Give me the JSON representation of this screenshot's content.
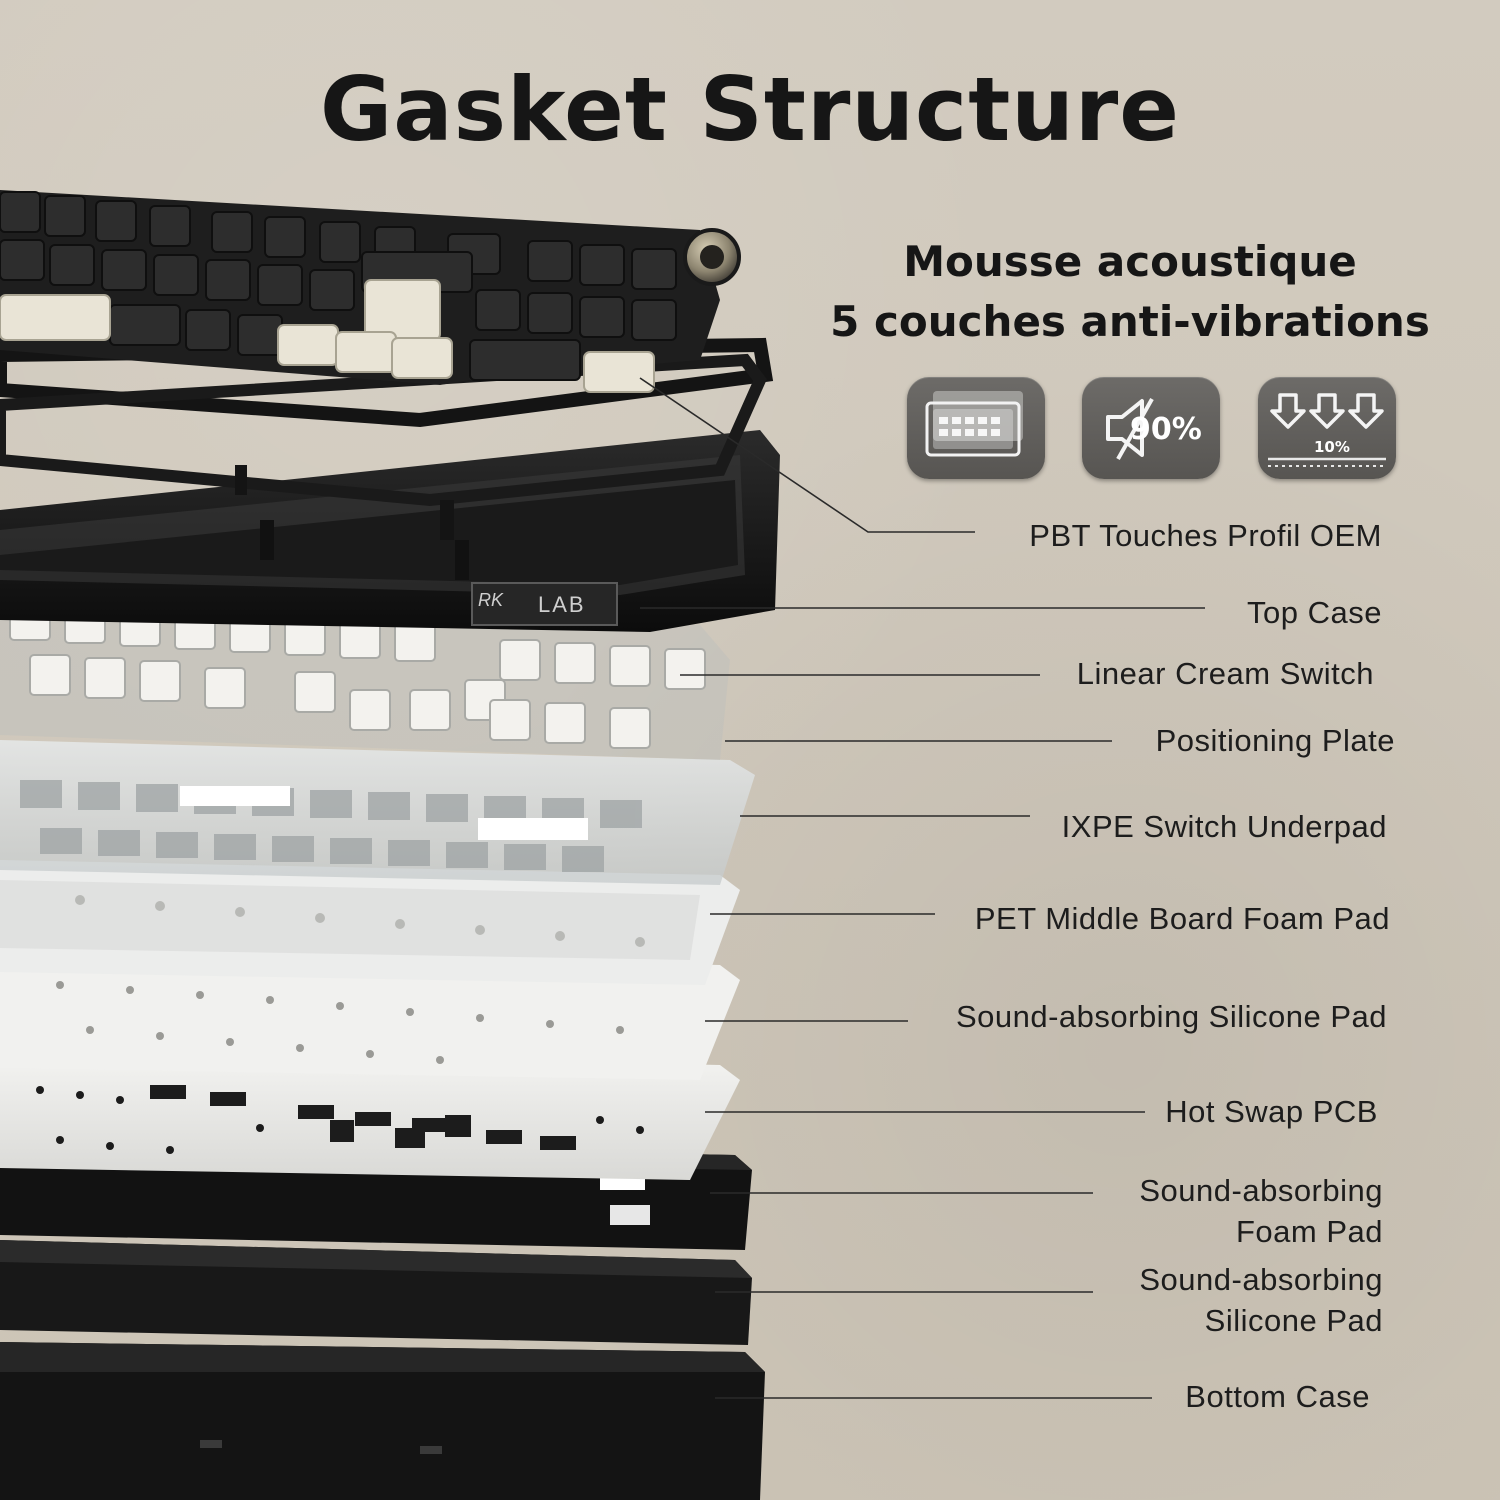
{
  "title": "Gasket Structure",
  "headline": {
    "line1": "Mousse acoustique",
    "line2": "5 couches anti-vibrations"
  },
  "feature_icons": [
    {
      "icon": "layered-keyboard-plates-icon",
      "text": ""
    },
    {
      "icon": "muted-speaker-icon",
      "text": "90%"
    },
    {
      "icon": "down-arrows-reduction-icon",
      "text": "10%"
    }
  ],
  "keyboard": {
    "badge_brand": "RK",
    "badge_text": "LAB"
  },
  "layers": [
    {
      "label": "PBT Touches Profil OEM"
    },
    {
      "label": "Top Case"
    },
    {
      "label": "Linear Cream Switch"
    },
    {
      "label": "Positioning Plate"
    },
    {
      "label": "IXPE Switch Underpad"
    },
    {
      "label": "PET Middle Board Foam Pad"
    },
    {
      "label": "Sound-absorbing Silicone Pad"
    },
    {
      "label": "Hot Swap PCB"
    },
    {
      "label": "Sound-absorbing",
      "label2": "Foam Pad"
    },
    {
      "label": "Sound-absorbing",
      "label2": "Silicone Pad"
    },
    {
      "label": "Bottom Case"
    }
  ],
  "colors": {
    "background": "#cfc7ba",
    "text": "#161616",
    "icon_tile": "#5f5d5a",
    "case_black": "#1a1a1a",
    "cream": "#e9e4d6"
  }
}
